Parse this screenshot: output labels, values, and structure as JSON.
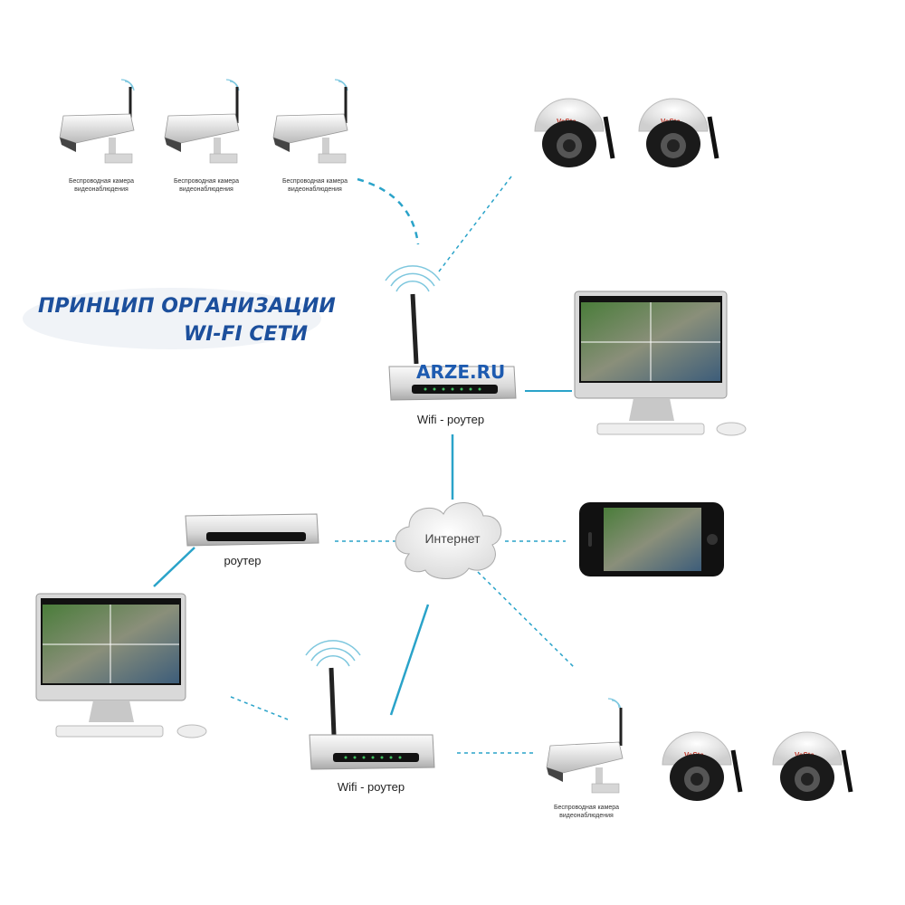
{
  "title": {
    "line1": "ПРИНЦИП ОРГАНИЗАЦИИ",
    "line2": "WI-FI СЕТИ"
  },
  "watermark": "ARZE.RU",
  "nodes": {
    "camera_label_line1": "Беспроводная камера",
    "camera_label_line2": "видеонаблюдения",
    "wifi_router_top": "Wifi - роутер",
    "wifi_router_bottom": "Wifi - роутер",
    "router": "роутер",
    "internet": "Интернет",
    "dome_brand": "VeSta"
  },
  "colors": {
    "accent": "#2aa3c9",
    "title": "#1c4f9c",
    "brand": "#c0392b"
  }
}
